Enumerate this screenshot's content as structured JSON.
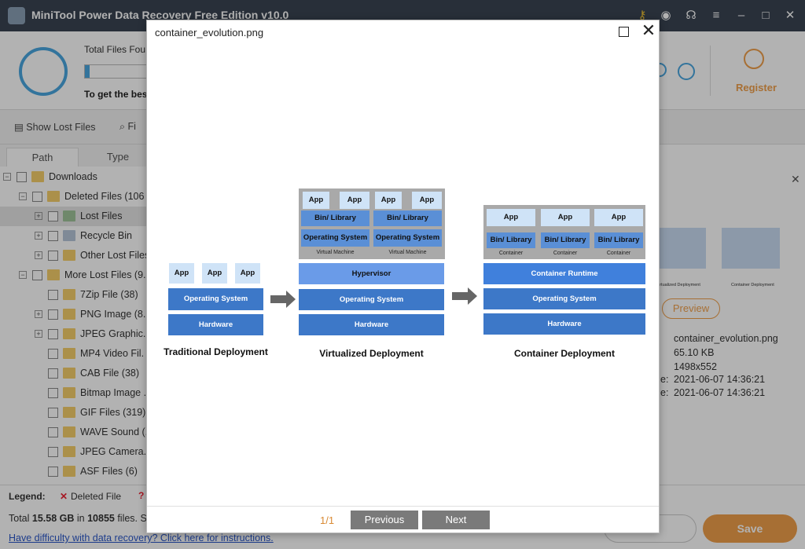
{
  "app": {
    "title": "MiniTool Power Data Recovery Free Edition v10.0",
    "progress_label": "Total Files Fou",
    "hint": "To get the bes",
    "register_label": "Register",
    "accent": "#f0a04b"
  },
  "toolbar": {
    "show_lost_files": "Show Lost Files",
    "find": "Fi"
  },
  "tabs": [
    "Path",
    "Type"
  ],
  "tree": [
    {
      "label": "Downloads",
      "level": 0
    },
    {
      "label": "Deleted Files (106",
      "level": 1
    },
    {
      "label": "Lost Files",
      "level": 2
    },
    {
      "label": "Recycle Bin",
      "level": 2
    },
    {
      "label": "Other Lost Files",
      "level": 2
    },
    {
      "label": "More Lost Files (9.",
      "level": 1
    },
    {
      "label": "7Zip File (38)",
      "level": 2
    },
    {
      "label": "PNG Image (8.",
      "level": 2
    },
    {
      "label": "JPEG Graphic.",
      "level": 2
    },
    {
      "label": "MP4 Video Fil.",
      "level": 2
    },
    {
      "label": "CAB File (38)",
      "level": 2
    },
    {
      "label": "Bitmap Image .",
      "level": 2
    },
    {
      "label": "GIF Files (319)",
      "level": 2
    },
    {
      "label": "WAVE Sound (.",
      "level": 2
    },
    {
      "label": "JPEG Camera.",
      "level": 2
    },
    {
      "label": "ASF Files (6)",
      "level": 2
    }
  ],
  "legend": {
    "label": "Legend:",
    "deleted": "Deleted File",
    "q": "?"
  },
  "status": {
    "total_prefix": "Total ",
    "total_size": "15.58 GB",
    "total_mid": " in ",
    "total_count": "10855",
    "total_suffix": " files.  S",
    "help_link": "Have difficulty with data recovery? Click here for instructions.",
    "save": "Save"
  },
  "info": {
    "preview": "Preview",
    "filename": "container_evolution.png",
    "size": "65.10 KB",
    "dims": "1498x552",
    "date1_label": "e:",
    "date1": "2021-06-07 14:36:21",
    "date2_label": "e:",
    "date2": "2021-06-07 14:36:21"
  },
  "modal": {
    "title": "container_evolution.png",
    "page": "1/1",
    "previous": "Previous",
    "next": "Next"
  },
  "diagram": {
    "app": "App",
    "os": "Operating System",
    "hw": "Hardware",
    "binlib": "Bin/ Library",
    "hypervisor": "Hypervisor",
    "runtime": "Container Runtime",
    "vm": "Virtual Machine",
    "container": "Container",
    "traditional": "Traditional Deployment",
    "virtualized": "Virtualized Deployment",
    "containerized": "Container Deployment"
  },
  "thumb": {
    "left_cap": "irtualized Deployment",
    "right_cap": "Container Deployment"
  }
}
